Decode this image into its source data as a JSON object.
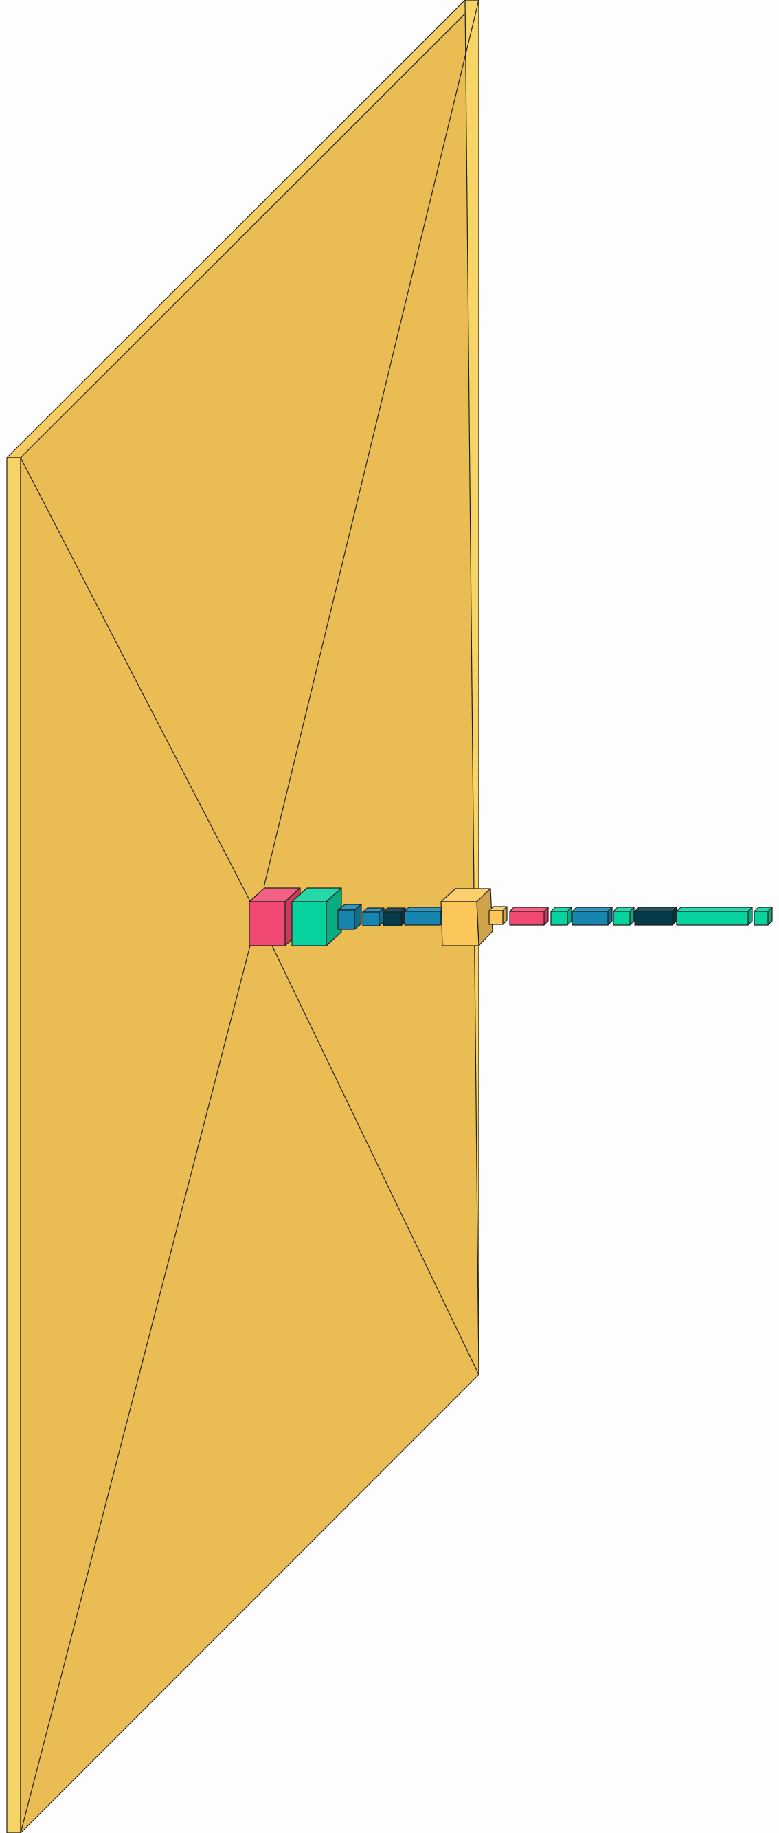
{
  "diagram": {
    "kind": "layered-neural-network-volume-visualization",
    "colors": {
      "background": "#fdfdfd",
      "input_front": "#eabd54",
      "input_top": "#f3cd60",
      "input_side": "#f6d465",
      "yellow": "#fbc75a",
      "red": "#f04a72",
      "green": "#08d29e",
      "blue": "#1686b0",
      "dark_navy": "#073a4b",
      "outline": "#1f1f1f"
    },
    "layers": [
      {
        "name": "input-volume",
        "color": "input_front"
      },
      {
        "name": "red-block",
        "color": "red"
      },
      {
        "name": "green-block",
        "color": "green"
      },
      {
        "name": "blue-block-small",
        "color": "blue"
      },
      {
        "name": "blue-block-tiny",
        "color": "blue"
      },
      {
        "name": "dark-block",
        "color": "dark_navy"
      },
      {
        "name": "blue-bar",
        "color": "blue"
      },
      {
        "name": "yellow-cube",
        "color": "yellow"
      },
      {
        "name": "yellow-small",
        "color": "yellow"
      },
      {
        "name": "red-bar",
        "color": "red"
      },
      {
        "name": "green-bar-small",
        "color": "green"
      },
      {
        "name": "blue-bar-2",
        "color": "blue"
      },
      {
        "name": "green-bar-2",
        "color": "green"
      },
      {
        "name": "dark-bar",
        "color": "dark_navy"
      },
      {
        "name": "green-bar-long",
        "color": "green"
      },
      {
        "name": "green-end",
        "color": "green"
      }
    ]
  }
}
